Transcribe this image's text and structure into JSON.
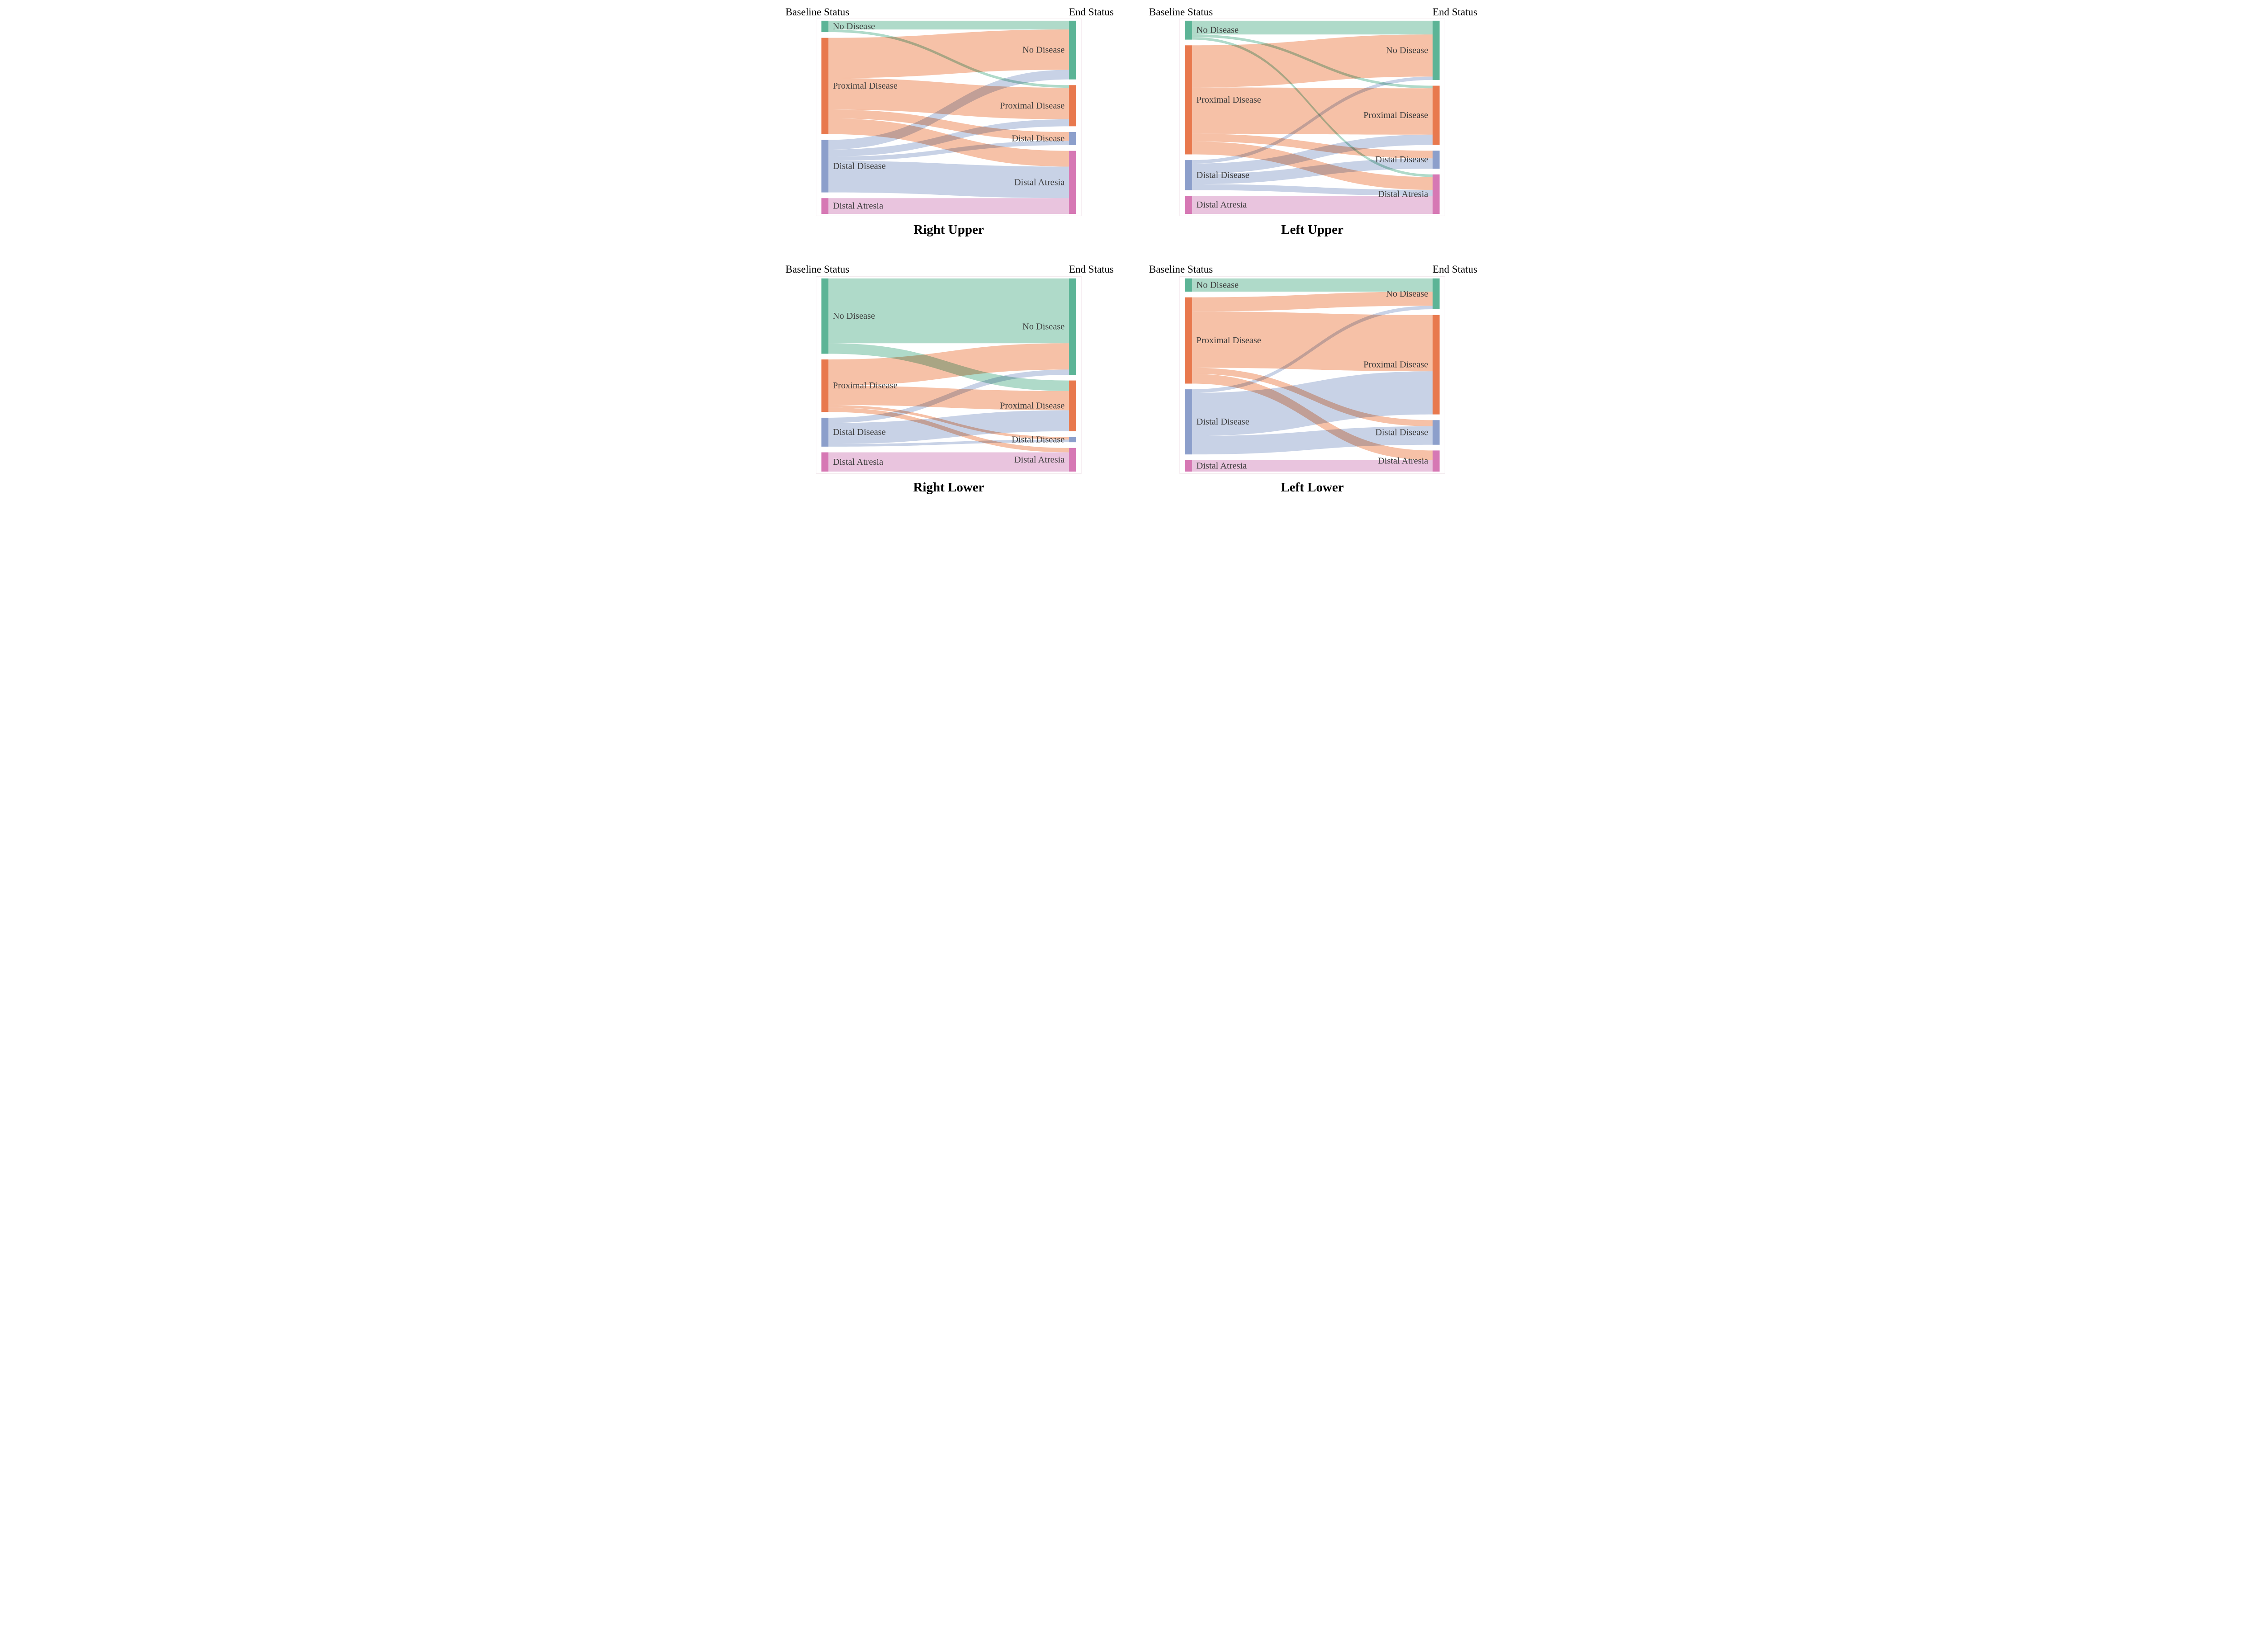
{
  "palette": {
    "node_colors": [
      "#5CB496",
      "#E8794E",
      "#8C9FCB",
      "#D678B4"
    ],
    "ribbon_colors": [
      "#AFDAC9",
      "#F6C1A7",
      "#C8D2E6",
      "#E9C4DE"
    ],
    "panel_border": "#F3E9EE",
    "label_color": "#3D3D3D"
  },
  "chart_data": [
    {
      "type": "sankey",
      "title": "Right Upper",
      "left_axis_label": "Baseline Status",
      "right_axis_label": "End Status",
      "categories": [
        "No Disease",
        "Proximal Disease",
        "Distal Disease",
        "Distal Atresia"
      ],
      "flows": [
        {
          "source": "No Disease",
          "target": "No Disease",
          "value": 5
        },
        {
          "source": "No Disease",
          "target": "Proximal Disease",
          "value": 1.5
        },
        {
          "source": "Proximal Disease",
          "target": "No Disease",
          "value": 23
        },
        {
          "source": "Proximal Disease",
          "target": "Proximal Disease",
          "value": 18
        },
        {
          "source": "Proximal Disease",
          "target": "Distal Disease",
          "value": 5
        },
        {
          "source": "Proximal Disease",
          "target": "Distal Atresia",
          "value": 9
        },
        {
          "source": "Distal Disease",
          "target": "No Disease",
          "value": 5.5
        },
        {
          "source": "Distal Disease",
          "target": "Proximal Disease",
          "value": 4
        },
        {
          "source": "Distal Disease",
          "target": "Distal Disease",
          "value": 2.5
        },
        {
          "source": "Distal Disease",
          "target": "Distal Atresia",
          "value": 18
        },
        {
          "source": "Distal Atresia",
          "target": "Distal Atresia",
          "value": 9
        }
      ]
    },
    {
      "type": "sankey",
      "title": "Left Upper",
      "left_axis_label": "Baseline Status",
      "right_axis_label": "End Status",
      "categories": [
        "No Disease",
        "Proximal Disease",
        "Distal Disease",
        "Distal Atresia"
      ],
      "flows": [
        {
          "source": "No Disease",
          "target": "No Disease",
          "value": 8
        },
        {
          "source": "No Disease",
          "target": "Proximal Disease",
          "value": 1.5
        },
        {
          "source": "No Disease",
          "target": "Distal Atresia",
          "value": 1.5
        },
        {
          "source": "Proximal Disease",
          "target": "No Disease",
          "value": 24.5
        },
        {
          "source": "Proximal Disease",
          "target": "Proximal Disease",
          "value": 27
        },
        {
          "source": "Proximal Disease",
          "target": "Distal Disease",
          "value": 4.5
        },
        {
          "source": "Proximal Disease",
          "target": "Distal Atresia",
          "value": 7.5
        },
        {
          "source": "Distal Disease",
          "target": "No Disease",
          "value": 2
        },
        {
          "source": "Distal Disease",
          "target": "Proximal Disease",
          "value": 6
        },
        {
          "source": "Distal Disease",
          "target": "Distal Disease",
          "value": 6
        },
        {
          "source": "Distal Disease",
          "target": "Distal Atresia",
          "value": 3.5
        },
        {
          "source": "Distal Atresia",
          "target": "Distal Atresia",
          "value": 10.5
        }
      ]
    },
    {
      "type": "sankey",
      "title": "Right Lower",
      "left_axis_label": "Baseline Status",
      "right_axis_label": "End Status",
      "categories": [
        "No Disease",
        "Proximal Disease",
        "Distal Disease",
        "Distal Atresia"
      ],
      "flows": [
        {
          "source": "No Disease",
          "target": "No Disease",
          "value": 37
        },
        {
          "source": "No Disease",
          "target": "Proximal Disease",
          "value": 6
        },
        {
          "source": "Proximal Disease",
          "target": "No Disease",
          "value": 15
        },
        {
          "source": "Proximal Disease",
          "target": "Proximal Disease",
          "value": 11
        },
        {
          "source": "Proximal Disease",
          "target": "Distal Disease",
          "value": 1.5
        },
        {
          "source": "Proximal Disease",
          "target": "Distal Atresia",
          "value": 2.5
        },
        {
          "source": "Distal Disease",
          "target": "No Disease",
          "value": 3
        },
        {
          "source": "Distal Disease",
          "target": "Proximal Disease",
          "value": 12
        },
        {
          "source": "Distal Disease",
          "target": "Distal Disease",
          "value": 1.5
        },
        {
          "source": "Distal Atresia",
          "target": "Distal Atresia",
          "value": 11
        }
      ]
    },
    {
      "type": "sankey",
      "title": "Left Lower",
      "left_axis_label": "Baseline Status",
      "right_axis_label": "End Status",
      "categories": [
        "No Disease",
        "Proximal Disease",
        "Distal Disease",
        "Distal Atresia"
      ],
      "flows": [
        {
          "source": "No Disease",
          "target": "No Disease",
          "value": 7.5
        },
        {
          "source": "Proximal Disease",
          "target": "No Disease",
          "value": 8
        },
        {
          "source": "Proximal Disease",
          "target": "Proximal Disease",
          "value": 32
        },
        {
          "source": "Proximal Disease",
          "target": "Distal Disease",
          "value": 3.5
        },
        {
          "source": "Proximal Disease",
          "target": "Distal Atresia",
          "value": 5.5
        },
        {
          "source": "Distal Disease",
          "target": "No Disease",
          "value": 2
        },
        {
          "source": "Distal Disease",
          "target": "Proximal Disease",
          "value": 24.5
        },
        {
          "source": "Distal Disease",
          "target": "Distal Disease",
          "value": 10.5
        },
        {
          "source": "Distal Atresia",
          "target": "Distal Atresia",
          "value": 6.5
        }
      ]
    }
  ]
}
